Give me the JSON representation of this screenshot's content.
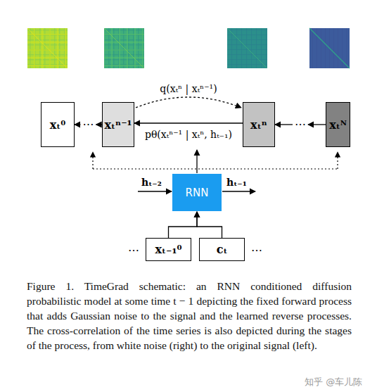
{
  "diagram": {
    "caption": "Figure 1. TimeGrad schematic: an RNN conditioned diffusion probabilistic model at some time t − 1 depicting the fixed forward process that adds Gaussian noise to the signal and the learned reverse processes. The cross-correlation of the time series is also depicted during the stages of the process, from white noise (right) to the original signal (left).",
    "nodes": [
      {
        "text": [
          "xₜ⁰"
        ]
      },
      {
        "text": [
          "xₜⁿ⁻¹"
        ]
      },
      {
        "text": [
          "xₜⁿ"
        ]
      },
      {
        "text": [
          "xₜᴺ"
        ]
      },
      {
        "text": [
          "RNN"
        ]
      },
      {
        "text": [
          "xₜ₋₁⁰"
        ]
      },
      {
        "text": [
          "cₜ"
        ]
      }
    ],
    "edges": [
      {
        "from": 1,
        "to": 0,
        "label": "…",
        "arrow": "to"
      },
      {
        "from": 1,
        "to": 2,
        "label": "q(xₜⁿ | xₜⁿ⁻¹)",
        "arrow": "to"
      },
      {
        "from": 2,
        "to": 1,
        "label": "pθ(xₜⁿ⁻¹ | xₜⁿ, hₜ₋₁)",
        "arrow": "to"
      },
      {
        "from": 3,
        "to": 2,
        "label": "…",
        "arrow": "to"
      },
      {
        "from": 5,
        "to": 4,
        "arrow": "to"
      },
      {
        "from": 6,
        "to": 4,
        "arrow": "to"
      }
    ],
    "labels": [
      "hₜ₋₂",
      "hₜ₋₁",
      "…",
      "…",
      "知乎 @车儿陈"
    ]
  }
}
